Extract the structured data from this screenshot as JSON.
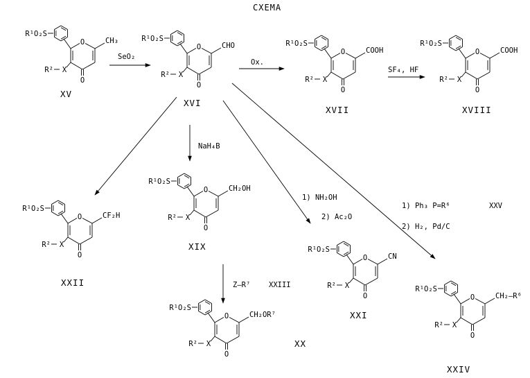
{
  "scheme_title": "CXEMA",
  "compounds": {
    "XV": {
      "id": "XV",
      "sub1": "R¹O₂S",
      "sub2": "R²",
      "x": "X",
      "oxo": "O",
      "ringO": "O",
      "c2": "CH₃"
    },
    "XVI": {
      "id": "XVI",
      "sub1": "R¹O₂S",
      "sub2": "R²",
      "x": "X",
      "oxo": "O",
      "ringO": "O",
      "c2": "CHO"
    },
    "XVII": {
      "id": "XVII",
      "sub1": "R¹O₂S",
      "sub2": "R²",
      "x": "X",
      "oxo": "O",
      "ringO": "O",
      "c2": "COOH"
    },
    "XVIII": {
      "id": "XVIII",
      "sub1": "R¹O₂S",
      "sub2": "R²",
      "x": "X",
      "oxo": "O",
      "ringO": "O",
      "c2": "COOH"
    },
    "XIX": {
      "id": "XIX",
      "sub1": "R¹O₂S",
      "sub2": "R²",
      "x": "X",
      "oxo": "O",
      "ringO": "O",
      "c2": "CH₂OH"
    },
    "XX": {
      "id": "XX",
      "sub1": "R¹O₂S",
      "sub2": "R²",
      "x": "X",
      "oxo": "O",
      "ringO": "O",
      "c2": "CH₂OR⁷"
    },
    "XXI": {
      "id": "XXI",
      "sub1": "R¹O₂S",
      "sub2": "R²",
      "x": "X",
      "oxo": "O",
      "ringO": "O",
      "c2": "CN"
    },
    "XXII": {
      "id": "XXII",
      "sub1": "R¹O₂S",
      "sub2": "R²",
      "x": "X",
      "oxo": "O",
      "ringO": "O",
      "c2": "CF₂H"
    },
    "XXIV": {
      "id": "XXIV",
      "sub1": "R¹O₂S",
      "sub2": "R²",
      "x": "X",
      "oxo": "O",
      "ringO": "O",
      "c2": "CH₂–R⁶"
    }
  },
  "reagents": {
    "seo2": "SeO₂",
    "ox": "Ox.",
    "sf4": "SF₄,  HF",
    "nah4b": "NaH₄B",
    "step1_nh2oh": "1)  NH₂OH",
    "step2_ac2o": "2)  Ac₂O",
    "zr7": "Z–R⁷",
    "zr7_id": "XXIII",
    "wittig1": "1)  Ph₃  P=R⁶",
    "wittig_id": "XXV",
    "wittig2": "2)  H₂,  Pd/C"
  }
}
